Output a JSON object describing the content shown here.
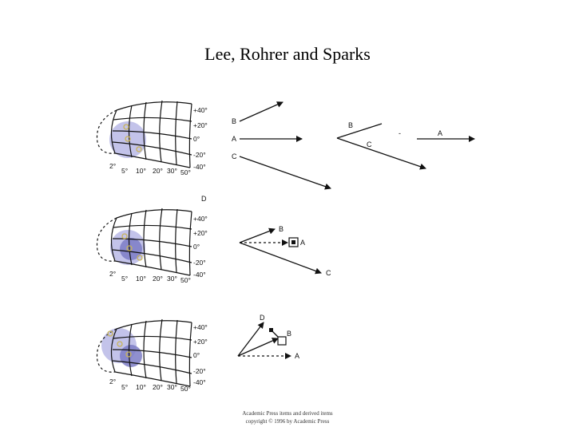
{
  "title": "Lee, Rohrer and Sparks",
  "maps": [
    {
      "right_labels": [
        "+40°",
        "+20°",
        "0°",
        "-20°",
        "-40°"
      ],
      "bottom_labels": [
        "2°",
        "5°",
        "10°",
        "20°",
        "30°",
        "50°"
      ]
    },
    {
      "right_labels": [
        "+40°",
        "+20°",
        "0°",
        "-20°",
        "-40°"
      ],
      "bottom_labels": [
        "2°",
        "5°",
        "10°",
        "20°",
        "30°",
        "50°"
      ]
    },
    {
      "right_labels": [
        "+40°",
        "+20°",
        "0°",
        "-20°",
        "-40°"
      ],
      "bottom_labels": [
        "2°",
        "5°",
        "10°",
        "20°",
        "30°",
        "50°"
      ]
    }
  ],
  "panel1": {
    "b": "B",
    "a": "A",
    "c": "C",
    "b2": "B",
    "c2": "C",
    "a2": "A",
    "dash": "-"
  },
  "panel2": {
    "d": "D",
    "b": "B",
    "a": "A",
    "c": "C"
  },
  "panel3": {
    "d": "D",
    "b": "B",
    "a": "A"
  },
  "credit": {
    "line1": "Academic Press items and derived items",
    "line2": "copyright © 1996 by Academic Press"
  },
  "colors": {
    "blob_light": "#b8b8e6",
    "blob_dark": "#7d7dc6",
    "dot": "#c8b45a",
    "ink": "#111111"
  }
}
